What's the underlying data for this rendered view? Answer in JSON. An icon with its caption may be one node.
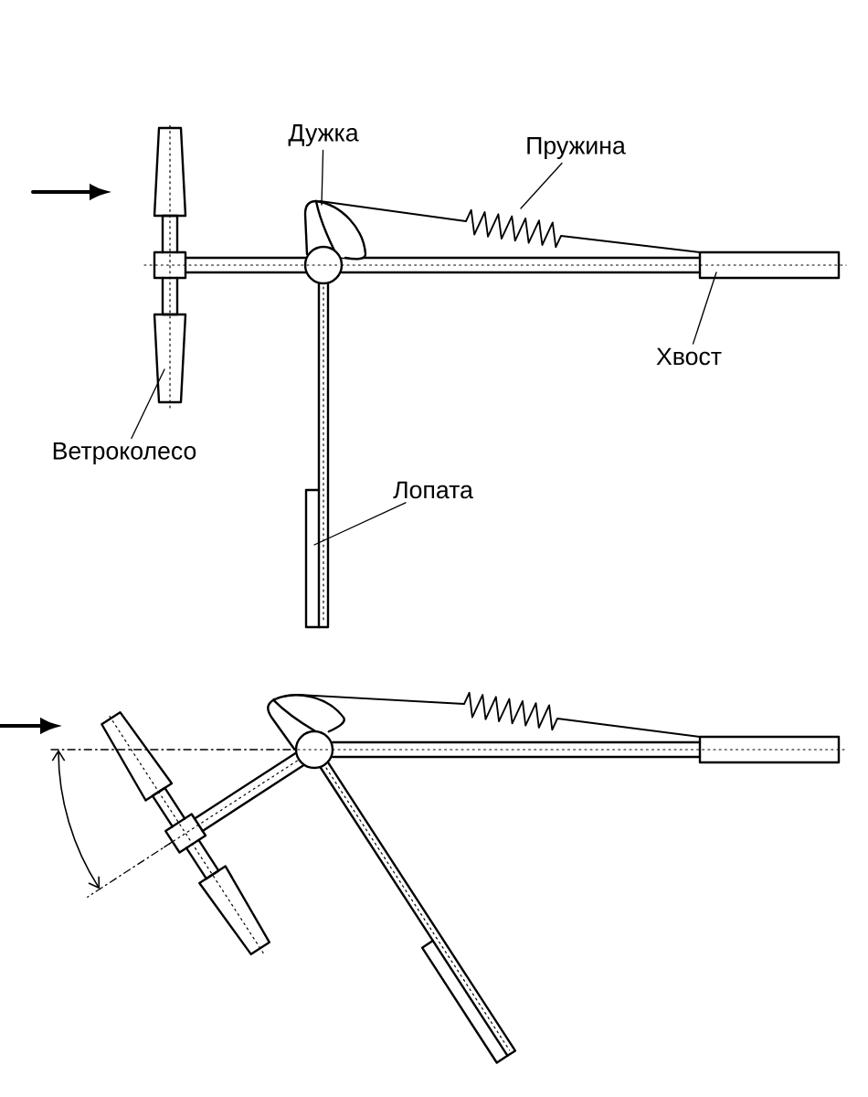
{
  "diagram": {
    "nodes": [
      {
        "text": [
          "Дужка"
        ]
      },
      {
        "text": [
          "Пружина"
        ]
      },
      {
        "text": [
          "Хвост"
        ]
      },
      {
        "text": [
          "Ветроколесо"
        ]
      },
      {
        "text": [
          "Лопата"
        ]
      }
    ],
    "edges": [
      {
        "from": 0,
        "to": null,
        "arrow": "none"
      },
      {
        "from": 1,
        "to": null,
        "arrow": "none"
      },
      {
        "from": 2,
        "to": null,
        "arrow": "none"
      },
      {
        "from": 3,
        "to": null,
        "arrow": "none"
      },
      {
        "from": 4,
        "to": null,
        "arrow": "none"
      }
    ]
  }
}
